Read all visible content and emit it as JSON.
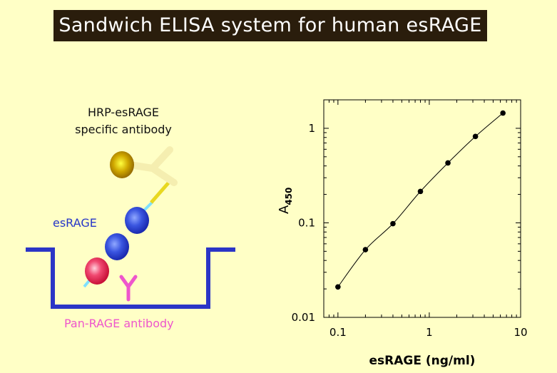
{
  "title": "Sandwich ELISA system for human esRAGE",
  "diagram": {
    "hrp_label_line1": "HRP-esRAGE",
    "hrp_label_line2": "specific antibody",
    "esrage_label": "esRAGE",
    "pan_label": "Pan-RAGE antibody",
    "colors": {
      "well": "#2b35c6",
      "hrp": "#c8a000",
      "esrage": "#3a55e0",
      "pan_ball": "#e8305a",
      "pan_antibody": "#ee55cc",
      "specific_antibody": "#f5eeb0",
      "linker_yellow": "#e8d820",
      "linker_cyan": "#7fe0ff"
    }
  },
  "chart_data": {
    "type": "scatter",
    "xscale": "log",
    "yscale": "log",
    "xlim": [
      0.07,
      10
    ],
    "ylim": [
      0.01,
      2
    ],
    "xticks": [
      0.1,
      1,
      10
    ],
    "xtick_labels": [
      "0.1",
      "1",
      "10"
    ],
    "yticks": [
      0.01,
      0.1,
      1
    ],
    "ytick_labels": [
      "0.01",
      "0.1",
      "1"
    ],
    "xlabel": "esRAGE (ng/ml)",
    "ylabel_main": "A",
    "ylabel_sub": "450",
    "fit_line": true,
    "series": [
      {
        "x": [
          0.1,
          0.2,
          0.4,
          0.8,
          1.6,
          3.2,
          6.4
        ],
        "y": [
          0.021,
          0.052,
          0.098,
          0.215,
          0.43,
          0.82,
          1.45
        ]
      }
    ]
  }
}
